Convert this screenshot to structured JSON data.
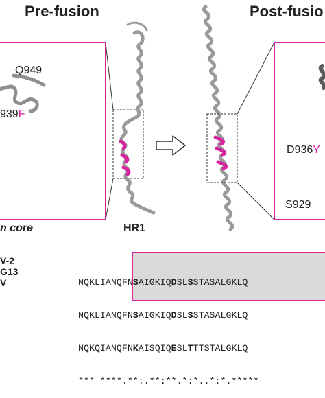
{
  "panel_titles": {
    "left": "Pre-fusion",
    "right": "Post-fusio"
  },
  "left_inset": {
    "residue_top": "Q949",
    "residue_bottom_num": "939",
    "residue_bottom_aa": "F",
    "caption": "n core"
  },
  "hr1_label": "HR1",
  "right_inset": {
    "residue_mid_prefix": "D936",
    "residue_mid_aa": "Y",
    "residue_bottom": "S929"
  },
  "alignment": {
    "names": [
      "V-2",
      "G13",
      "V"
    ],
    "rows": [
      {
        "segments": [
          {
            "t": "NQKLIANQFN",
            "b": false
          },
          {
            "t": "S",
            "b": true
          },
          {
            "t": "AIGKIQ",
            "b": false
          },
          {
            "t": "D",
            "b": true
          },
          {
            "t": "SL",
            "b": false
          },
          {
            "t": "S",
            "b": true
          },
          {
            "t": "STASALGKLQ",
            "b": false
          }
        ]
      },
      {
        "segments": [
          {
            "t": "NQKLIANQFN",
            "b": false
          },
          {
            "t": "S",
            "b": true
          },
          {
            "t": "AIGKIQ",
            "b": false
          },
          {
            "t": "D",
            "b": true
          },
          {
            "t": "SL",
            "b": false
          },
          {
            "t": "S",
            "b": true
          },
          {
            "t": "STASALGKLQ",
            "b": false
          }
        ]
      },
      {
        "segments": [
          {
            "t": "NQKQIANQFN",
            "b": false
          },
          {
            "t": "K",
            "b": true
          },
          {
            "t": "AISQIQ",
            "b": false
          },
          {
            "t": "E",
            "b": true
          },
          {
            "t": "SL",
            "b": false
          },
          {
            "t": "T",
            "b": true
          },
          {
            "t": "TTSTALGKLQ",
            "b": false
          }
        ]
      }
    ],
    "conservation": "*** ****.**:.**:**.*:*..*:*.*****"
  },
  "colors": {
    "accent_pink": "#d6249f",
    "helix_gray": "#9a9a9a",
    "box_fill": "#d9d9d9"
  }
}
